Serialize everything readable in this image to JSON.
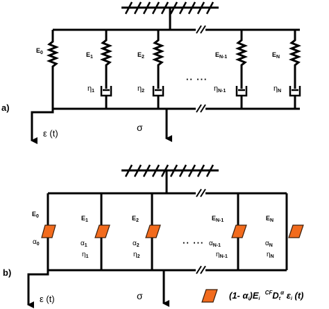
{
  "panel_a": {
    "label": "a)",
    "strain": "ε (t)",
    "stress": "σ",
    "ellipsis": "·· ···",
    "springs": [
      {
        "name": "E",
        "sub": "0"
      },
      {
        "name": "E",
        "sub": "1"
      },
      {
        "name": "E",
        "sub": "2"
      },
      {
        "name": "E",
        "sub": "N-1"
      },
      {
        "name": "E",
        "sub": "N"
      }
    ],
    "dashpots": [
      {
        "name": "η",
        "sub": "1"
      },
      {
        "name": "η",
        "sub": "2"
      },
      {
        "name": "η",
        "sub": "N-1"
      },
      {
        "name": "η",
        "sub": "N"
      }
    ]
  },
  "panel_b": {
    "label": "b)",
    "strain": "ε (t)",
    "stress": "σ",
    "ellipsis": "·· ···",
    "moduli": [
      {
        "name": "E",
        "sub": "0"
      },
      {
        "name": "E",
        "sub": "1"
      },
      {
        "name": "E",
        "sub": "2"
      },
      {
        "name": "E",
        "sub": "N-1"
      },
      {
        "name": "E",
        "sub": "N"
      }
    ],
    "alphas": [
      {
        "name": "α",
        "sub": "0"
      },
      {
        "name": "α",
        "sub": "1"
      },
      {
        "name": "α",
        "sub": "2"
      },
      {
        "name": "α",
        "sub": "N-1"
      },
      {
        "name": "α",
        "sub": "N"
      }
    ],
    "etas": [
      {
        "name": "η",
        "sub": "1"
      },
      {
        "name": "η",
        "sub": "2"
      },
      {
        "name": "η",
        "sub": "N-1"
      },
      {
        "name": "η",
        "sub": "N"
      }
    ],
    "legend": {
      "open": "(1- ",
      "alpha": "α",
      "alpha_sub": "i",
      "mid": ")",
      "E": "E",
      "E_sub": "i",
      "cf": "CF",
      "D": "D",
      "t_sub": "t",
      "alpha_sup": "α",
      "eps": " ε",
      "eps_sub": "i",
      "tail": " (t)"
    }
  },
  "colors": {
    "element_fill": "#f26b1d",
    "element_stroke": "#3a1d0a",
    "line": "#000000"
  }
}
